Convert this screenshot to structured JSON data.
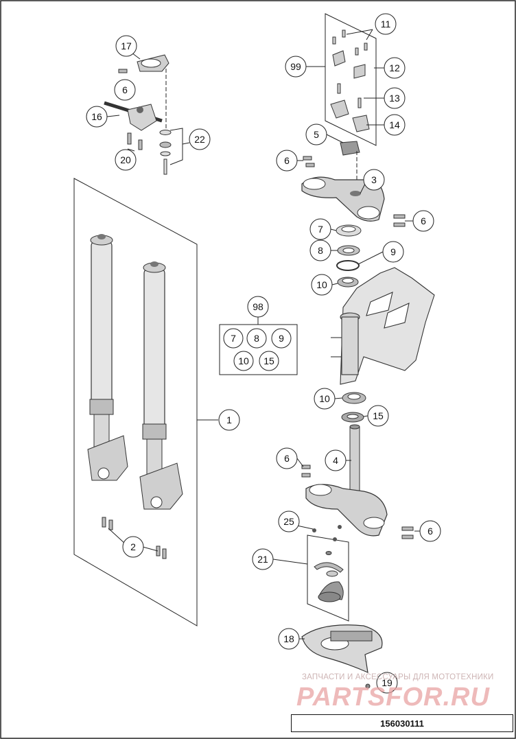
{
  "callouts": {
    "c1": "1",
    "c2": "2",
    "c3": "3",
    "c4": "4",
    "c5": "5",
    "c6a": "6",
    "c6b": "6",
    "c6c": "6",
    "c6d": "6",
    "c6e": "6",
    "c7": "7",
    "c8": "8",
    "c9": "9",
    "c10a": "10",
    "c10b": "10",
    "c11": "11",
    "c12": "12",
    "c13": "13",
    "c14": "14",
    "c15": "15",
    "c16": "16",
    "c17": "17",
    "c18": "18",
    "c19": "19",
    "c20": "20",
    "c21": "21",
    "c22": "22",
    "c25": "25",
    "c98": "98",
    "c99": "99"
  },
  "kit98": {
    "items": [
      "7",
      "8",
      "9",
      "10",
      "15"
    ]
  },
  "footer": {
    "diagram_id": "156030111"
  },
  "watermark": {
    "tagline": "ЗАПЧАСТИ И АКСЕССУАРЫ ДЛЯ МОТОТЕХНИКИ",
    "brand": "PARTSFOR.RU"
  }
}
